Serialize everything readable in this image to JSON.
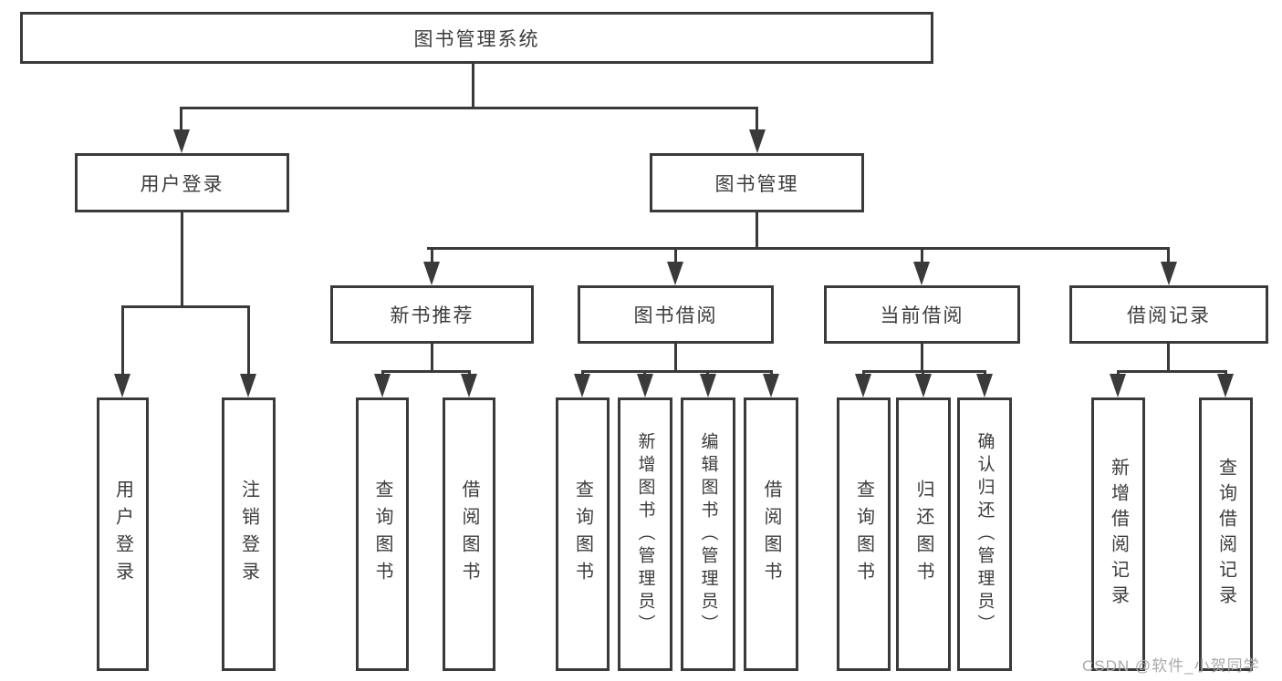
{
  "diagram": {
    "root": {
      "label": "图书管理系统"
    },
    "level2": [
      {
        "label": "用户登录"
      },
      {
        "label": "图书管理"
      }
    ],
    "level3": [
      {
        "label": "新书推荐"
      },
      {
        "label": "图书借阅"
      },
      {
        "label": "当前借阅"
      },
      {
        "label": "借阅记录"
      }
    ],
    "leaves": {
      "user_login": [
        "用户登录",
        "注销登录"
      ],
      "new_book": [
        "查询图书",
        "借阅图书"
      ],
      "book_borrow": [
        "查询图书",
        "新增图书（管理员）",
        "编辑图书（管理员）",
        "借阅图书"
      ],
      "current_borrow": [
        "查询图书",
        "归还图书",
        "确认归还（管理员）"
      ],
      "borrow_record": [
        "新增借阅记录",
        "查询借阅记录"
      ]
    },
    "colors": {
      "line": "#3a3a3a",
      "text": "#3c3c3c",
      "watermark": "#aaaaaa"
    }
  },
  "watermark": {
    "text": "CSDN @软件_小贺同学"
  }
}
